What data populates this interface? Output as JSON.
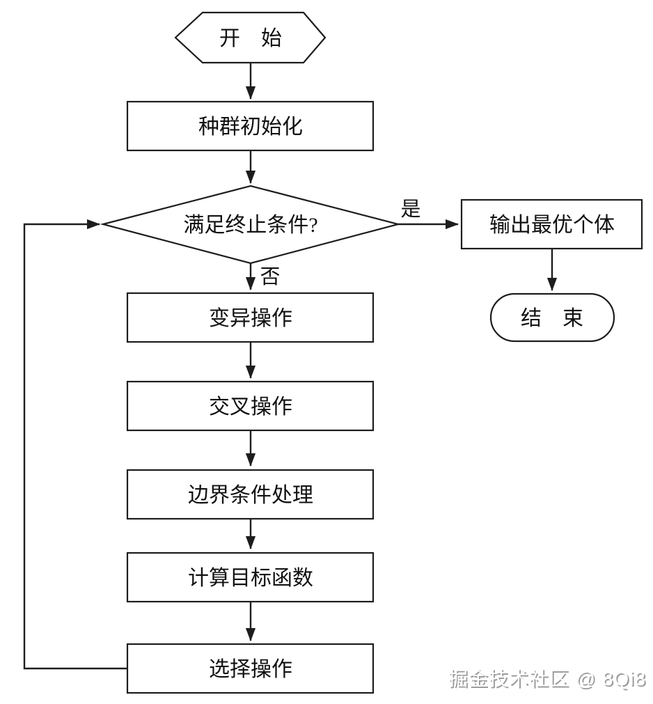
{
  "flowchart": {
    "nodes": {
      "start": {
        "shape": "hexagon",
        "label": "开　始"
      },
      "init": {
        "shape": "rect",
        "label": "种群初始化"
      },
      "decision": {
        "shape": "diamond",
        "label": "满足终止条件?"
      },
      "output_best": {
        "shape": "rect",
        "label": "输出最优个体"
      },
      "end": {
        "shape": "rounded",
        "label": "结　束"
      },
      "mutation": {
        "shape": "rect",
        "label": "变异操作"
      },
      "crossover": {
        "shape": "rect",
        "label": "交叉操作"
      },
      "boundary": {
        "shape": "rect",
        "label": "边界条件处理"
      },
      "objective": {
        "shape": "rect",
        "label": "计算目标函数"
      },
      "selection": {
        "shape": "rect",
        "label": "选择操作"
      }
    },
    "edge_labels": {
      "yes": "是",
      "no": "否"
    },
    "edges": [
      {
        "from": "start",
        "to": "init"
      },
      {
        "from": "init",
        "to": "decision"
      },
      {
        "from": "decision",
        "to": "output_best",
        "label": "是"
      },
      {
        "from": "decision",
        "to": "mutation",
        "label": "否"
      },
      {
        "from": "output_best",
        "to": "end"
      },
      {
        "from": "mutation",
        "to": "crossover"
      },
      {
        "from": "crossover",
        "to": "boundary"
      },
      {
        "from": "boundary",
        "to": "objective"
      },
      {
        "from": "objective",
        "to": "selection"
      },
      {
        "from": "selection",
        "to": "decision"
      }
    ],
    "colors": {
      "stroke": "#1d1d1d",
      "fill": "#ffffff",
      "text": "#111111"
    }
  },
  "watermark": {
    "text": "掘金技术社区 @ 8Qi8"
  }
}
